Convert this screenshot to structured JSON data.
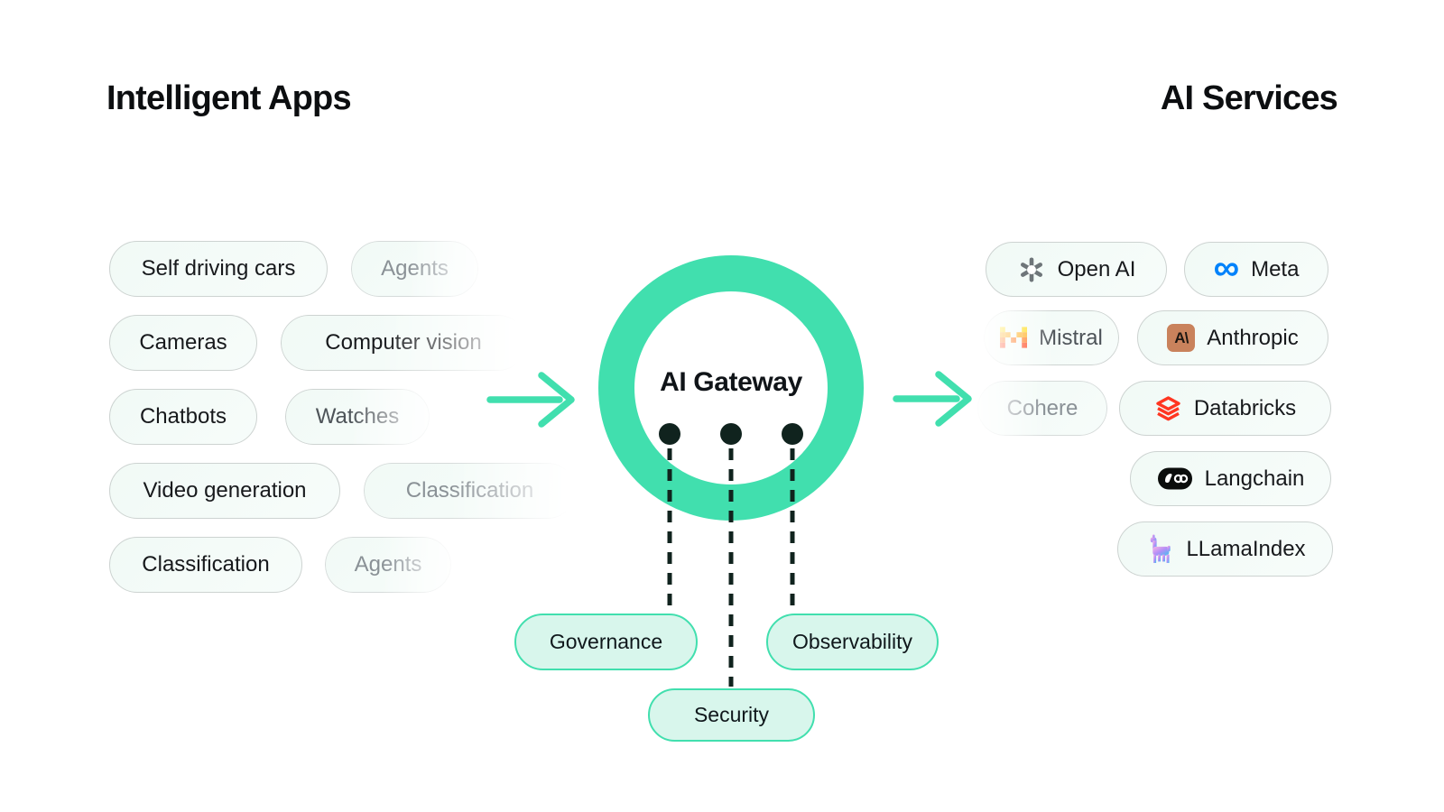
{
  "titles": {
    "left": "Intelligent Apps",
    "right": "AI Services"
  },
  "gateway": {
    "label": "AI Gateway"
  },
  "apps": {
    "heading": "Intelligent Apps",
    "pills": [
      {
        "label": "Self driving cars"
      },
      {
        "label": "Agents"
      },
      {
        "label": "Cameras"
      },
      {
        "label": "Computer vision"
      },
      {
        "label": "Chatbots"
      },
      {
        "label": "Watches"
      },
      {
        "label": "Video generation"
      },
      {
        "label": "Classification"
      },
      {
        "label": "Classification"
      },
      {
        "label": "Agents"
      }
    ]
  },
  "services": {
    "heading": "AI Services",
    "pills": [
      {
        "label": "Open AI",
        "icon": "openai-icon"
      },
      {
        "label": "Meta",
        "icon": "meta-icon",
        "glyph": "∞"
      },
      {
        "label": "Mistral",
        "icon": "mistral-icon"
      },
      {
        "label": "Anthropic",
        "icon": "anthropic-icon",
        "glyph": "A\\"
      },
      {
        "label": "Cohere",
        "icon": ""
      },
      {
        "label": "Databricks",
        "icon": "databricks-icon"
      },
      {
        "label": "Langchain",
        "icon": "langchain-icon"
      },
      {
        "label": "LLamaIndex",
        "icon": "llamaindex-icon"
      }
    ]
  },
  "capabilities": {
    "pills": [
      {
        "label": "Governance"
      },
      {
        "label": "Security"
      },
      {
        "label": "Observability"
      }
    ]
  },
  "colors": {
    "accent": "#41dfae",
    "ink": "#10231e",
    "meta_blue": "#0082fb",
    "databricks_red": "#ff3621",
    "anthropic_copper": "#c9825c",
    "pill_bg": "#f2faf7",
    "pill_border": "#cdd3d1",
    "mint_bg": "#d8f6ec"
  }
}
